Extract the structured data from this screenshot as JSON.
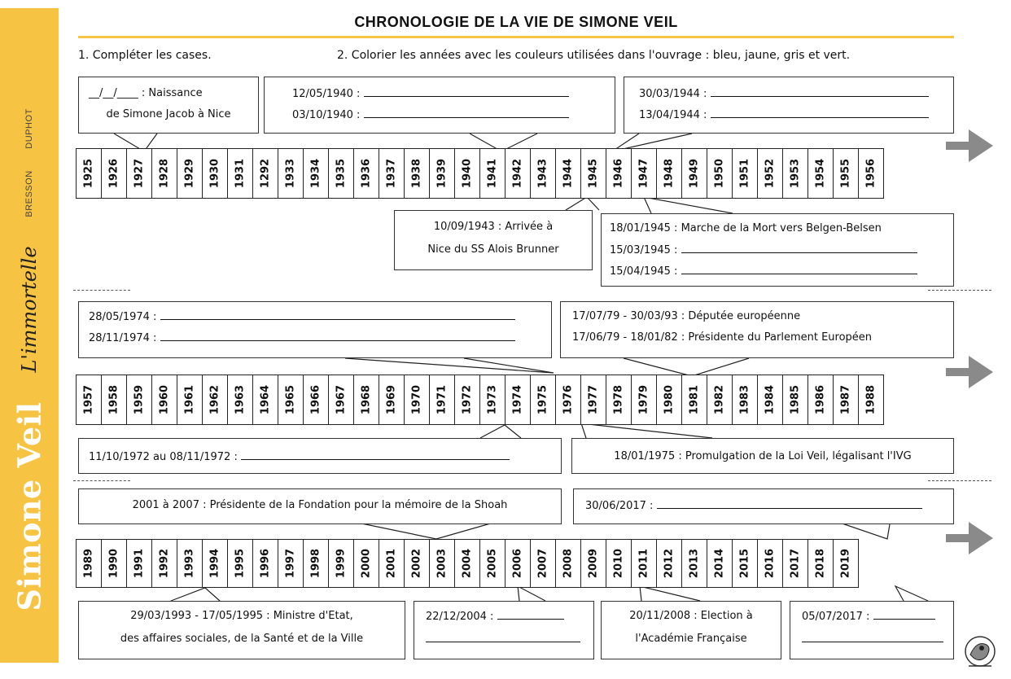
{
  "sidebar": {
    "name": "Simone Veil",
    "tagline": "L'immortelle",
    "authors": [
      "DUPHOT",
      "BRESSON"
    ]
  },
  "title": "CHRONOLOGIE DE LA VIE DE SIMONE VEIL",
  "instructions": {
    "one": "1.  Compléter les cases.",
    "two": "2. Colorier les années avec les couleurs utilisées dans l'ouvrage : bleu, jaune, gris et vert."
  },
  "timelines": [
    {
      "years": [
        "1925",
        "1926",
        "1927",
        "1928",
        "1929",
        "1930",
        "1931",
        "1292",
        "1933",
        "1934",
        "1935",
        "1936",
        "1937",
        "1938",
        "1939",
        "1940",
        "1941",
        "1942",
        "1943",
        "1944",
        "1945",
        "1946",
        "1947",
        "1948",
        "1949",
        "1950",
        "1951",
        "1952",
        "1953",
        "1954",
        "1955",
        "1956"
      ]
    },
    {
      "years": [
        "1957",
        "1958",
        "1959",
        "1960",
        "1961",
        "1962",
        "1963",
        "1964",
        "1965",
        "1966",
        "1967",
        "1968",
        "1969",
        "1970",
        "1971",
        "1972",
        "1973",
        "1974",
        "1975",
        "1976",
        "1977",
        "1978",
        "1979",
        "1980",
        "1981",
        "1982",
        "1983",
        "1984",
        "1985",
        "1986",
        "1987",
        "1988"
      ]
    },
    {
      "years": [
        "1989",
        "1990",
        "1991",
        "1992",
        "1993",
        "1994",
        "1995",
        "1996",
        "1997",
        "1998",
        "1999",
        "2000",
        "2001",
        "2002",
        "2003",
        "2004",
        "2005",
        "2006",
        "2007",
        "2008",
        "2009",
        "2010",
        "2011",
        "2012",
        "2013",
        "2014",
        "2015",
        "2016",
        "2017",
        "2018",
        "2019"
      ]
    }
  ],
  "boxes": {
    "birth": {
      "blank": "__/__/____",
      "l1": " : Naissance",
      "l2": "de Simone Jacob à Nice"
    },
    "b1940": {
      "d1": "12/05/1940 :",
      "d2": "03/10/1940 :"
    },
    "b1944": {
      "d1": "30/03/1944 :",
      "d2": "13/04/1944 :"
    },
    "b1943": {
      "l1": "10/09/1943 : Arrivée à",
      "l2": "Nice du SS Alois Brunner"
    },
    "b1945": {
      "l1": "18/01/1945 : Marche de la Mort vers Belgen-Belsen",
      "d2": "15/03/1945 :",
      "d3": "15/04/1945 :"
    },
    "b1974": {
      "d1": "28/05/1974 :",
      "d2": "28/11/1974 :"
    },
    "b1979": {
      "l1": "17/07/79 - 30/03/93 : Députée européenne",
      "l2": "17/06/79 - 18/01/82 : Présidente du Parlement Européen"
    },
    "b1972": {
      "d1": "11/10/1972 au 08/11/1972 :"
    },
    "b1975": {
      "l1": "18/01/1975 : Promulgation de la Loi Veil, légalisant l'IVG"
    },
    "b2001": {
      "l1": "2001 à 2007 : Présidente de la Fondation pour la mémoire de la Shoah"
    },
    "b2017a": {
      "d1": "30/06/2017 :"
    },
    "b1993": {
      "l1": "29/03/1993 - 17/05/1995 : Ministre d'Etat,",
      "l2": "des affaires sociales, de la Santé et de la Ville"
    },
    "b2004": {
      "d1": "22/12/2004 :"
    },
    "b2008": {
      "l1": "20/11/2008 : Election à",
      "l2": "l'Académie Française"
    },
    "b2017b": {
      "d1": "05/07/2017 :"
    }
  }
}
